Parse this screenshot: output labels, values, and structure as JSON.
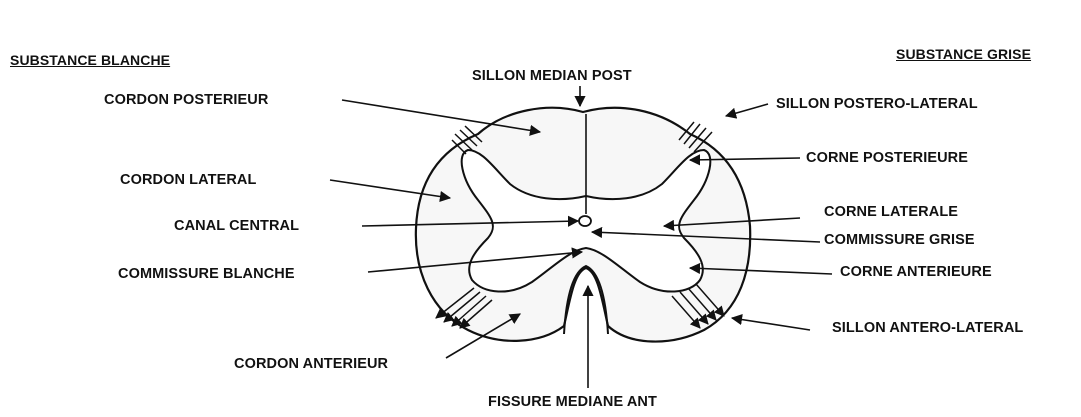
{
  "headers": {
    "left": "SUBSTANCE BLANCHE",
    "right": "SUBSTANCE GRISE"
  },
  "labels": {
    "sillon_median_post": "SILLON MEDIAN POST",
    "cordon_posterieur": "CORDON POSTERIEUR",
    "cordon_lateral": "CORDON LATERAL",
    "canal_central": "CANAL CENTRAL",
    "commissure_blanche": "COMMISSURE BLANCHE",
    "cordon_anterieur": "CORDON ANTERIEUR",
    "fissure_mediane_ant": "FISSURE MEDIANE ANT",
    "sillon_postero_lateral": "SILLON POSTERO-LATERAL",
    "corne_posterieure": "CORNE POSTERIEURE",
    "corne_laterale": "CORNE LATERALE",
    "commissure_grise": "COMMISSURE GRISE",
    "corne_anterieure": "CORNE ANTERIEURE",
    "sillon_antero_lateral": "SILLON ANTERO-LATERAL"
  }
}
